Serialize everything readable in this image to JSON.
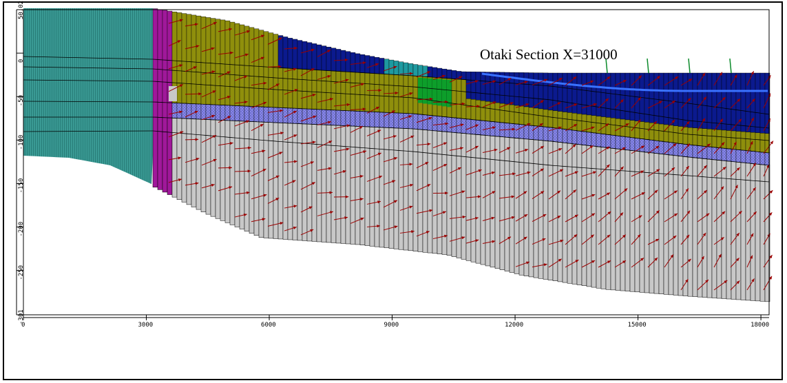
{
  "section_title": "Otaki  Section X=31000",
  "x_axis": {
    "ticks": [
      {
        "value": 0,
        "label": "0"
      },
      {
        "value": 3000,
        "label": "3000"
      },
      {
        "value": 6000,
        "label": "6000"
      },
      {
        "value": 9000,
        "label": "9000"
      },
      {
        "value": 12000,
        "label": "12000"
      },
      {
        "value": 15000,
        "label": "15000"
      },
      {
        "value": 18000,
        "label": "18000"
      }
    ],
    "range": [
      0,
      18200
    ]
  },
  "y_axis": {
    "ticks": [
      {
        "value": 50,
        "label": "50.02"
      },
      {
        "value": 0,
        "label": "0"
      },
      {
        "value": -50,
        "label": "-50"
      },
      {
        "value": -100,
        "label": "-100"
      },
      {
        "value": -150,
        "label": "-150"
      },
      {
        "value": -200,
        "label": "-200"
      },
      {
        "value": -250,
        "label": "-250"
      },
      {
        "value": -301,
        "label": "-301"
      }
    ],
    "range": [
      -301,
      50.02
    ]
  },
  "colors": {
    "teal_block": "#3a9a94",
    "purple_column": "#a0189a",
    "olive_layer": "#8f8f0c",
    "navy_top": "#0b1a8e",
    "green_patch": "#0d9e2a",
    "cyan_patch": "#1e9aa0",
    "lavender_band": "#8f8fe6",
    "grey_bottom": "#c8c8c8",
    "arrow": "#9a0000",
    "water_line": "#3a72ff",
    "grid_line": "#000000"
  },
  "legend_icons": [
    "flow-arrow-icon"
  ]
}
